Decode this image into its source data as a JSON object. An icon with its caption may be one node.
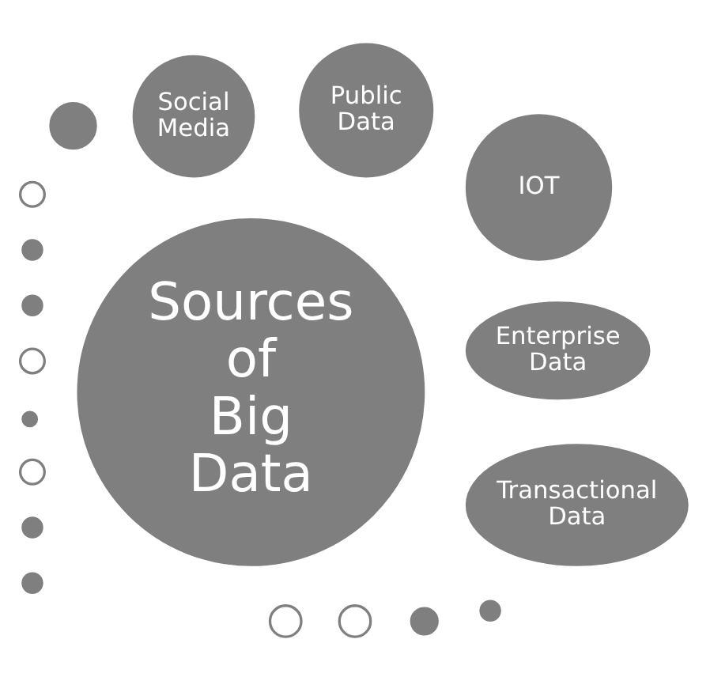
{
  "diagram": {
    "nodes": [
      {
        "text": [
          "Enterprise Data"
        ]
      },
      {
        "text": [],
        "shape": "circle"
      },
      {
        "text": [],
        "shape": "circle"
      },
      {
        "text": [],
        "shape": "circle"
      },
      {
        "text": [],
        "shape": "circle"
      },
      {
        "text": [
          "Social Media"
        ]
      },
      {
        "text": [
          "IOT"
        ]
      },
      {
        "text": [
          "Sources of Big Data"
        ]
      },
      {
        "text": [],
        "shape": "circle"
      },
      {
        "text": [],
        "shape": "circle"
      },
      {
        "text": [],
        "shape": "circle"
      },
      {
        "text": [],
        "shape": "circle"
      },
      {
        "text": [
          "Public Data"
        ]
      },
      {
        "text": [],
        "shape": "circle"
      },
      {
        "text": [],
        "shape": "circle"
      },
      {
        "text": [
          "Transactional Data"
        ]
      },
      {
        "text": [],
        "shape": "circle"
      },
      {
        "text": [],
        "shape": "circle"
      },
      {
        "text": [],
        "shape": "circle"
      }
    ],
    "edges": []
  }
}
